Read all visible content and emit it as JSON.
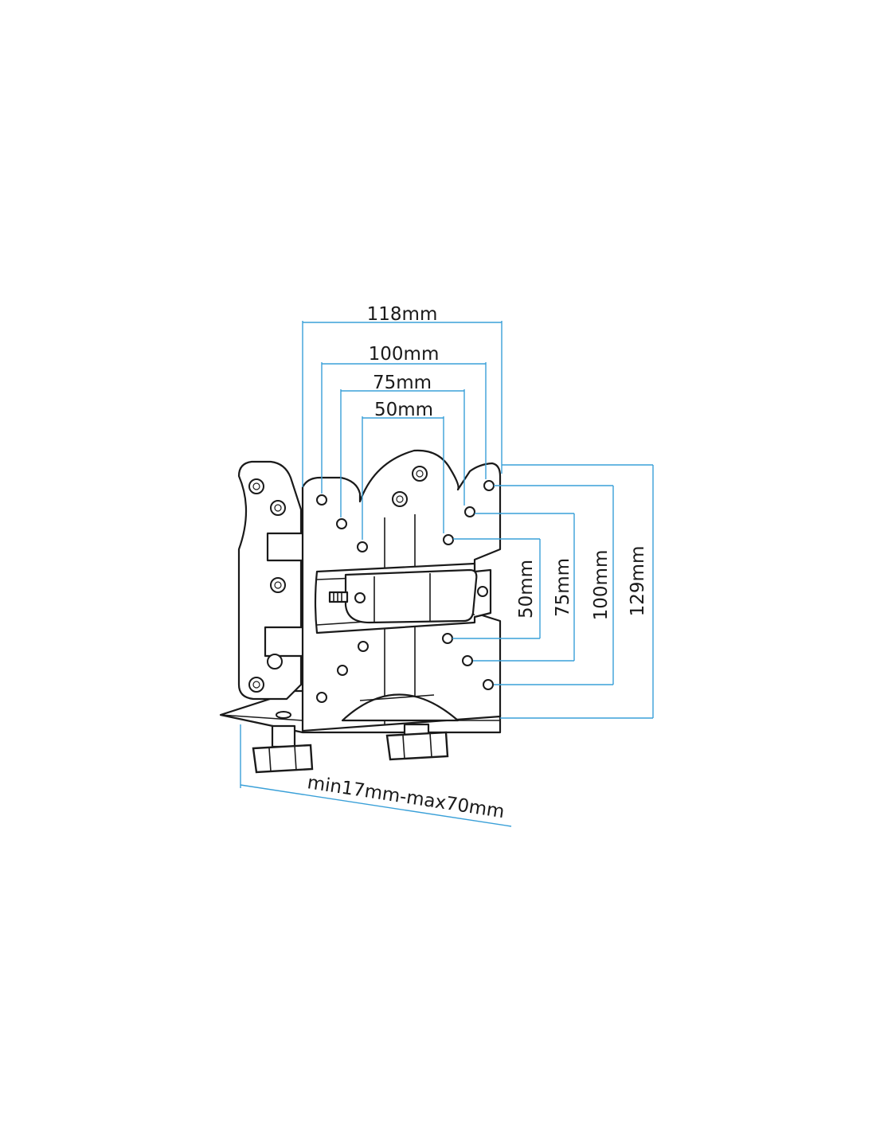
{
  "colors": {
    "dimension": "#3aa0d8",
    "outline": "#1a1a1a",
    "background": "#ffffff"
  },
  "dimensions": {
    "width_118": "118mm",
    "width_100": "100mm",
    "width_75": "75mm",
    "width_50": "50mm",
    "height_50": "50mm",
    "height_75": "75mm",
    "height_100": "100mm",
    "height_129": "129mm",
    "clamp_range": "min17mm-max70mm"
  }
}
